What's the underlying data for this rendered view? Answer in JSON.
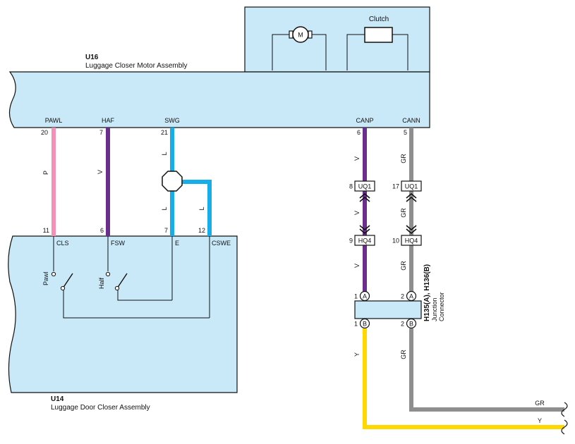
{
  "components": {
    "u16": {
      "id": "U16",
      "name": "Luggage Closer Motor Assembly",
      "motor_symbol": "M",
      "clutch_label": "Clutch",
      "terminals": {
        "pawl": "PAWL",
        "haf": "HAF",
        "swg": "SWG",
        "canp": "CANP",
        "cann": "CANN"
      }
    },
    "u14": {
      "id": "U14",
      "name": "Luggage Door Closer Assembly",
      "terminals": {
        "cls": "CLS",
        "fsw": "FSW",
        "e": "E",
        "cswe": "CSWE"
      },
      "switch_pawl": "Pawl",
      "switch_half": "Half"
    },
    "junction": {
      "id": "H135(A), H136(B)",
      "name_line1": "Junction",
      "name_line2": "Connector",
      "side_a": "A",
      "side_b": "B"
    }
  },
  "pins": {
    "u16_pawl": "20",
    "u16_haf": "7",
    "u16_swg": "21",
    "u16_canp": "6",
    "u16_cann": "5",
    "u14_cls": "11",
    "u14_fsw": "6",
    "u14_e": "7",
    "u14_cswe": "12",
    "uq1_canp": "8",
    "uq1_cann": "17",
    "hq4_canp": "9",
    "hq4_cann": "10",
    "ja_canp": "1",
    "ja_cann": "2",
    "jb_canp": "1",
    "jb_cann": "2"
  },
  "connectors": {
    "uq1": "UQ1",
    "hq4": "HQ4"
  },
  "wire_codes": {
    "pink": "P",
    "violet": "V",
    "blue": "L",
    "gray": "GR",
    "yellow": "Y"
  },
  "colors": {
    "pink": "#f48fb6",
    "violet": "#6a2f8c",
    "blue": "#15aee8",
    "gray": "#8e8e8e",
    "yellow": "#ffd800",
    "box_fill": "#c9e9f9",
    "outline": "#111111"
  }
}
